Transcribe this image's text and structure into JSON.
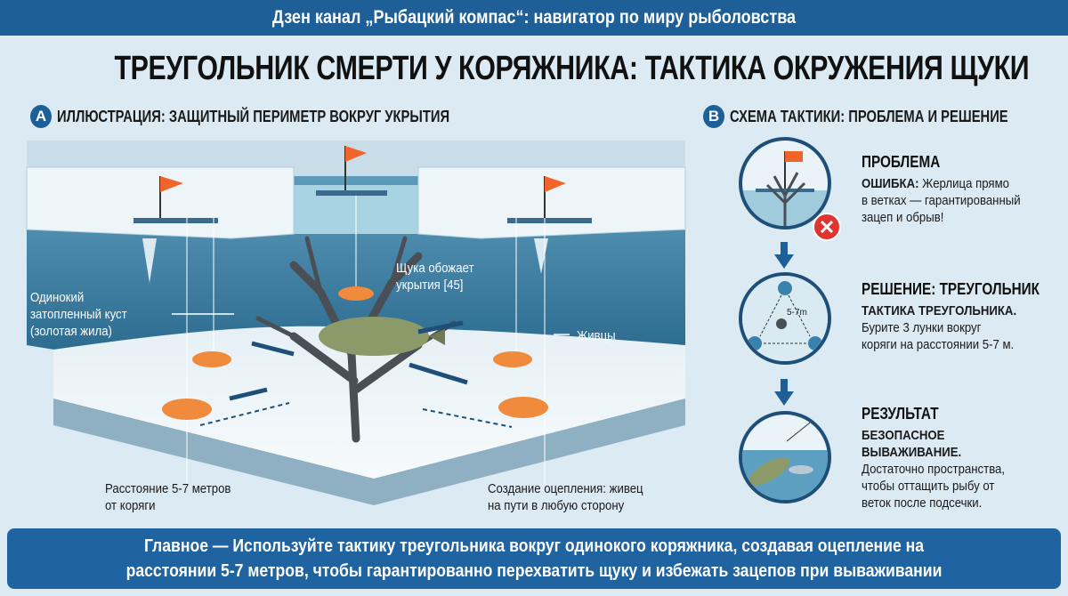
{
  "header": {
    "channel": "Дзен канал „Рыбацкий компас“: навигатор по миру рыболовства"
  },
  "title": "ТРЕУГОЛЬНИК СМЕРТИ У КОРЯЖНИКА: ТАКТИКА ОКРУЖЕНИЯ ЩУКИ",
  "section_a": {
    "badge": "A",
    "label": "ИЛЛЮСТРАЦИЯ: ЗАЩИТНЫЙ ПЕРИМЕТР ВОКРУГ УКРЫТИЯ",
    "labels": {
      "bush_1": "Одинокий",
      "bush_2": "затопленный куст",
      "bush_3": "(золотая жила)",
      "pike_1": "Щука обожает",
      "pike_2": "укрытия [45]",
      "baits": "Живцы",
      "distance_1": "Расстояние 5-7 метров",
      "distance_2": "от коряги",
      "cordon_1": "Создание оцепления: живец",
      "cordon_2": "на пути в любую сторону"
    }
  },
  "section_b": {
    "badge": "B",
    "label": "СХЕМА ТАКТИКИ: ПРОБЛЕМА И РЕШЕНИЕ",
    "steps": [
      {
        "title": "ПРОБЛЕМА",
        "bold": "ОШИБКА:",
        "lines": [
          "Жерлица прямо",
          "в ветках — гарантированный",
          "зацеп и обрыв!"
        ],
        "icon": "error-x-icon"
      },
      {
        "title": "РЕШЕНИЕ: ТРЕУГОЛЬНИК",
        "bold": "ТАКТИКА ТРЕУГОЛЬНИКА.",
        "lines": [
          "Бурите 3 лунки вокруг",
          "коряги на расстоянии 5-7 м."
        ],
        "diagram_label": "5-7m"
      },
      {
        "title": "РЕЗУЛЬТАТ",
        "bold_1": "БЕЗОПАСНОЕ",
        "bold_2": "ВЫВАЖИВАНИЕ.",
        "lines": [
          "Достаточно пространства,",
          "чтобы оттащить рыбу от",
          "веток после подсечки."
        ]
      }
    ]
  },
  "banner": {
    "line_1": "Главное — Используйте тактику треугольника вокруг одинокого коряжника, создавая оцепление на",
    "line_2": "расстоянии 5-7 метров, чтобы гарантированно перехватить щуку и избежать зацепов при вываживании"
  },
  "colors": {
    "primary": "#1e5f97",
    "flag": "#f2652a",
    "bait_fish": "#f08a3c",
    "error": "#e0352f",
    "water": "#2f7299"
  }
}
